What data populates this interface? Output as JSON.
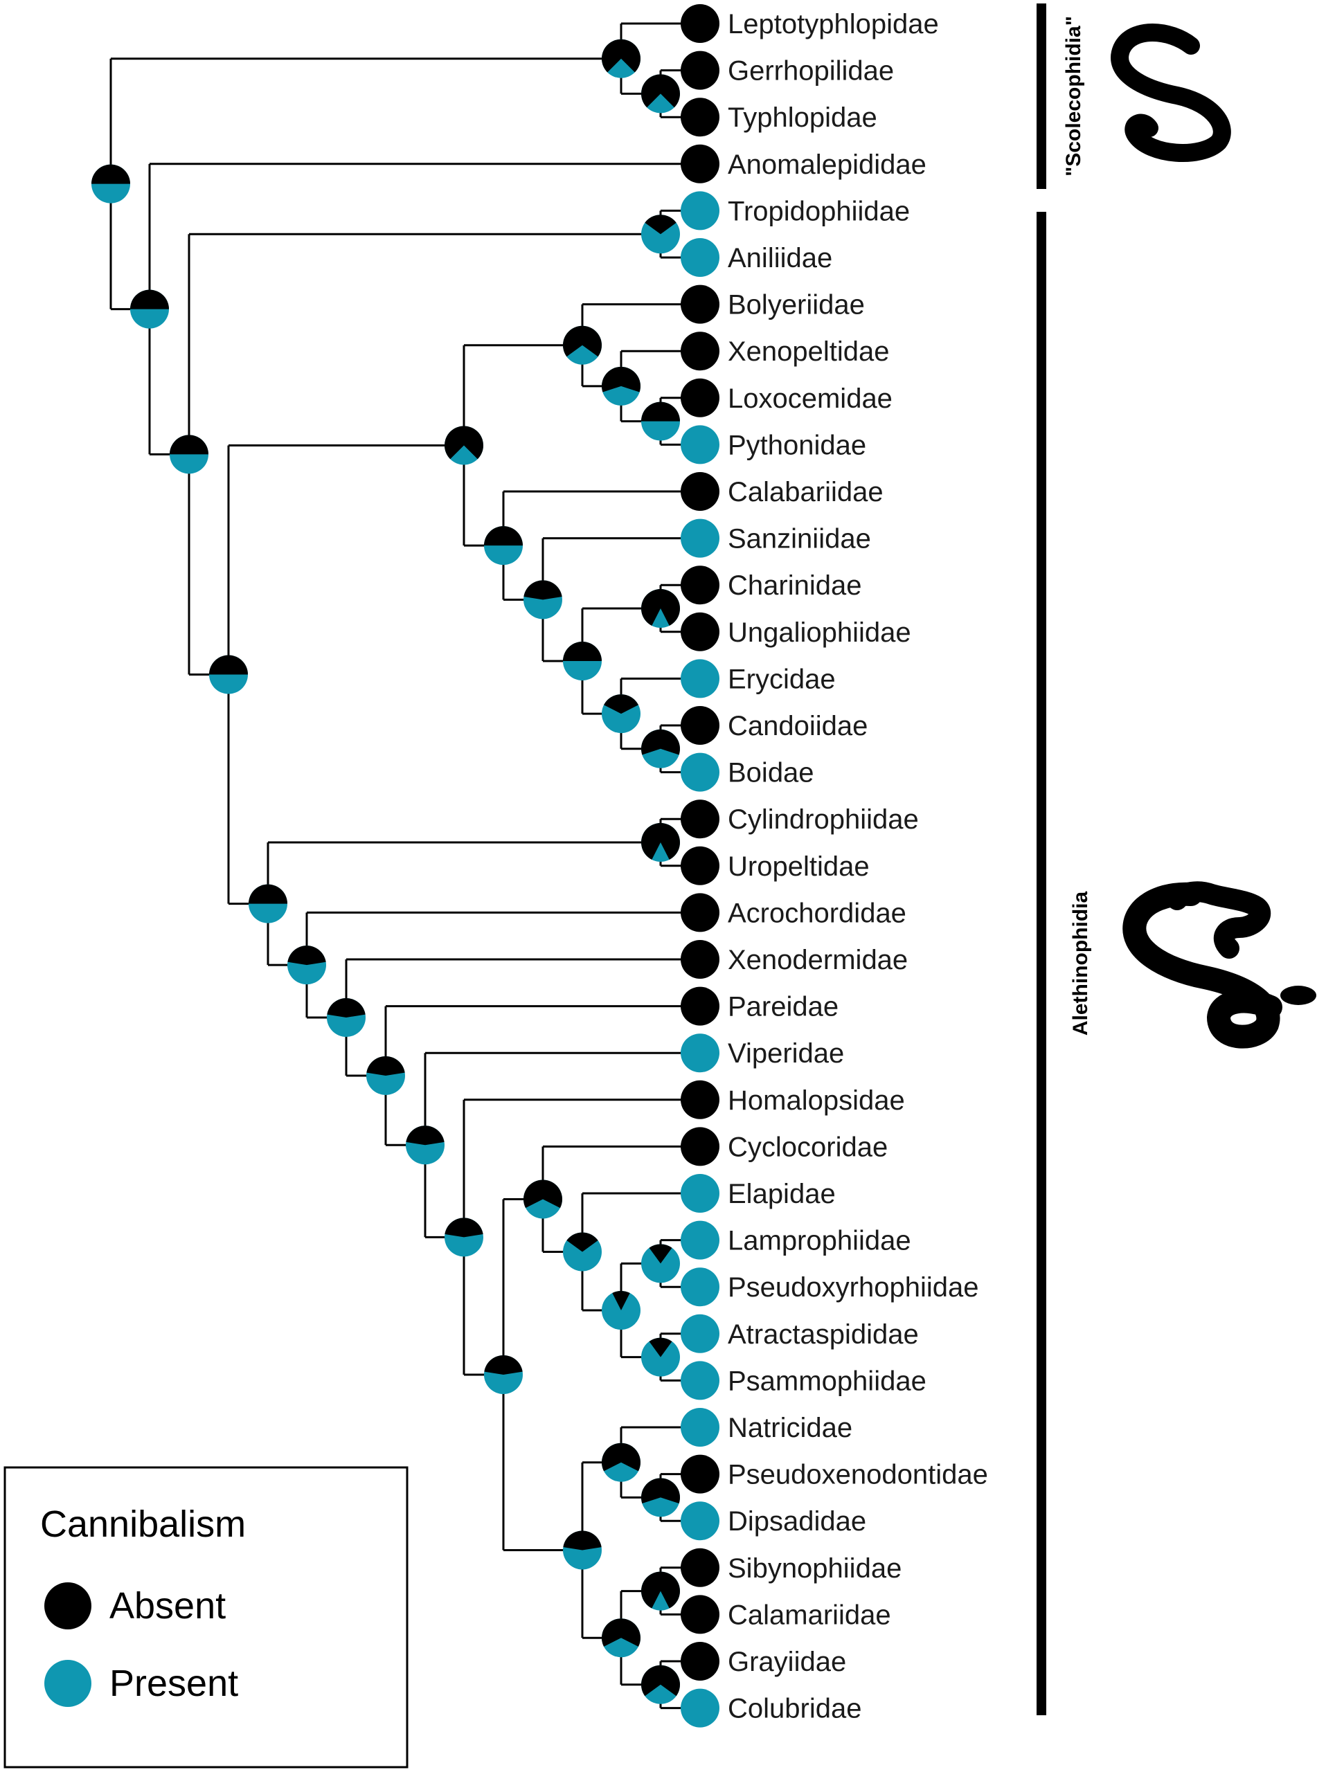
{
  "colors": {
    "absent": "#000000",
    "present": "#0f97b1",
    "branch": "#000000"
  },
  "legend": {
    "title": "Cannibalism",
    "items": [
      {
        "label": "Absent",
        "state": "absent"
      },
      {
        "label": "Present",
        "state": "present"
      }
    ]
  },
  "groups": [
    {
      "label": "\"Scolecophidia\"",
      "icon": "worm-snake-icon"
    },
    {
      "label": "Alethinophidia",
      "icon": "snake-icon"
    }
  ],
  "tips": [
    {
      "name": "Leptotyphlopidae",
      "state": "absent"
    },
    {
      "name": "Gerrhopilidae",
      "state": "absent"
    },
    {
      "name": "Typhlopidae",
      "state": "absent"
    },
    {
      "name": "Anomalepididae",
      "state": "absent"
    },
    {
      "name": "Tropidophiidae",
      "state": "present"
    },
    {
      "name": "Aniliidae",
      "state": "present"
    },
    {
      "name": "Bolyeriidae",
      "state": "absent"
    },
    {
      "name": "Xenopeltidae",
      "state": "absent"
    },
    {
      "name": "Loxocemidae",
      "state": "absent"
    },
    {
      "name": "Pythonidae",
      "state": "present"
    },
    {
      "name": "Calabariidae",
      "state": "absent"
    },
    {
      "name": "Sanziniidae",
      "state": "present"
    },
    {
      "name": "Charinidae",
      "state": "absent"
    },
    {
      "name": "Ungaliophiidae",
      "state": "absent"
    },
    {
      "name": "Erycidae",
      "state": "present"
    },
    {
      "name": "Candoiidae",
      "state": "absent"
    },
    {
      "name": "Boidae",
      "state": "present"
    },
    {
      "name": "Cylindrophiidae",
      "state": "absent"
    },
    {
      "name": "Uropeltidae",
      "state": "absent"
    },
    {
      "name": "Acrochordidae",
      "state": "absent"
    },
    {
      "name": "Xenodermidae",
      "state": "absent"
    },
    {
      "name": "Pareidae",
      "state": "absent"
    },
    {
      "name": "Viperidae",
      "state": "present"
    },
    {
      "name": "Homalopsidae",
      "state": "absent"
    },
    {
      "name": "Cyclocoridae",
      "state": "absent"
    },
    {
      "name": "Elapidae",
      "state": "present"
    },
    {
      "name": "Lamprophiidae",
      "state": "present"
    },
    {
      "name": "Pseudoxyrhophiidae",
      "state": "present"
    },
    {
      "name": "Atractaspididae",
      "state": "present"
    },
    {
      "name": "Psammophiidae",
      "state": "present"
    },
    {
      "name": "Natricidae",
      "state": "present"
    },
    {
      "name": "Pseudoxenodontidae",
      "state": "absent"
    },
    {
      "name": "Dipsadidae",
      "state": "present"
    },
    {
      "name": "Sibynophiidae",
      "state": "absent"
    },
    {
      "name": "Calamariidae",
      "state": "absent"
    },
    {
      "name": "Grayiidae",
      "state": "absent"
    },
    {
      "name": "Colubridae",
      "state": "present"
    }
  ],
  "ancestral_states": {
    "root": 0.5,
    "scoleco_1": 0.75,
    "scoleco_2": 0.75,
    "aleth_all": 0.5,
    "trop_anil": 0.3,
    "core": 0.5,
    "boid_py": 0.5,
    "bolyeriid_grp": 0.75,
    "xenopelt_grp": 0.7,
    "loxo_py": 0.6,
    "calab_grp": 0.5,
    "sanz_grp": 0.45,
    "char_ung": 0.85,
    "erycid_grp": 0.45,
    "erycid_boid": 0.35,
    "cand_boid": 0.6,
    "caenoph": 0.5,
    "cyl_uro": 0.85,
    "acro": 0.45,
    "xeno": 0.45,
    "parei": 0.45,
    "viper": 0.45,
    "homalo": 0.45,
    "elap_col": 0.45,
    "cycl": 0.65,
    "elap_grp": 0.3,
    "elap_atr": 0.15,
    "lamp_pseu": 0.2,
    "atr_psa": 0.2,
    "col_grp": 0.45,
    "natr_grp": 0.65,
    "pseudox_dip": 0.6,
    "sib_col": 0.65,
    "sib_cal": 0.85,
    "gray_col": 0.7
  }
}
